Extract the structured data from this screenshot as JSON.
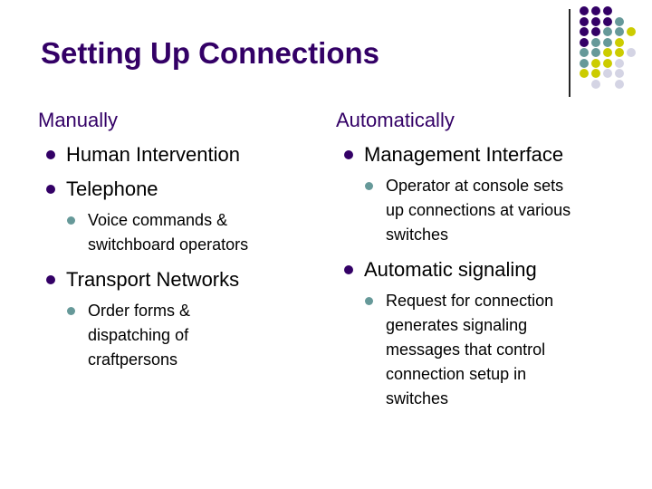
{
  "slide": {
    "title": "Setting Up Connections",
    "columns": [
      {
        "heading": "Manually",
        "items": [
          {
            "level": 1,
            "text": "Human Intervention"
          },
          {
            "level": 1,
            "text": "Telephone"
          },
          {
            "level": 2,
            "text": "Voice commands &\nswitchboard operators"
          },
          {
            "level": 1,
            "text": "Transport Networks"
          },
          {
            "level": 2,
            "text": "Order forms &\ndispatching of\ncraftpersons"
          }
        ]
      },
      {
        "heading": "Automatically",
        "items": [
          {
            "level": 1,
            "text": "Management Interface"
          },
          {
            "level": 2,
            "text": "Operator at console sets\nup connections at various\nswitches"
          },
          {
            "level": 1,
            "text": "Automatic signaling"
          },
          {
            "level": 2,
            "text": "Request for connection\ngenerates signaling\nmessages that control\nconnection setup in\nswitches"
          }
        ]
      }
    ]
  },
  "colors": {
    "background": "#ffffff",
    "title": "#330066",
    "heading": "#330066",
    "body_text": "#000000",
    "bullet_level1": "#330066",
    "bullet_level2": "#669999"
  },
  "decoration": {
    "separator_line_color": "#262626",
    "dot_colors": {
      "P": "#330066",
      "T": "#669999",
      "Y": "#cccc00",
      "G": "#d4d4e4"
    },
    "dot_rows": [
      "PPP..",
      "PPPT.",
      "PPTTY",
      "PTTY.",
      "TTYYG",
      "TYYG.",
      "YYGG.",
      ".G.G."
    ]
  }
}
